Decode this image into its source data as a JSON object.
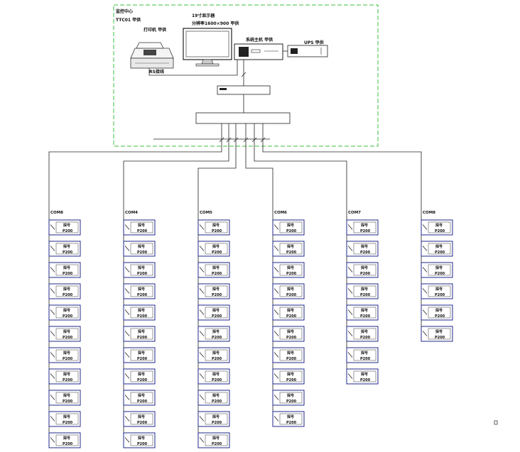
{
  "control_center": {
    "title": "监控中心",
    "model_line": "TTC01  甲供",
    "printer_label": "打印机  甲供",
    "printer_cable_label": "RS接线",
    "monitor_label": "19寸显示器",
    "monitor_spec": "分辨率1600×900 甲供",
    "host_label": "系统主机 甲供",
    "ups_label": "UPS  甲供"
  },
  "buses": [
    {
      "name": "COM8",
      "count": 11,
      "device_line1": "探号",
      "device_line2": "P200"
    },
    {
      "name": "COM4",
      "count": 11,
      "device_line1": "探号",
      "device_line2": "P200"
    },
    {
      "name": "COM5",
      "count": 11,
      "device_line1": "探号",
      "device_line2": "P200"
    },
    {
      "name": "COM6",
      "count": 10,
      "device_line1": "探号",
      "device_line2": "P200"
    },
    {
      "name": "COM7",
      "count": 8,
      "device_line1": "探号",
      "device_line2": "P200"
    },
    {
      "name": "COM8",
      "count": 6,
      "device_line1": "探号",
      "device_line2": "P200"
    }
  ]
}
